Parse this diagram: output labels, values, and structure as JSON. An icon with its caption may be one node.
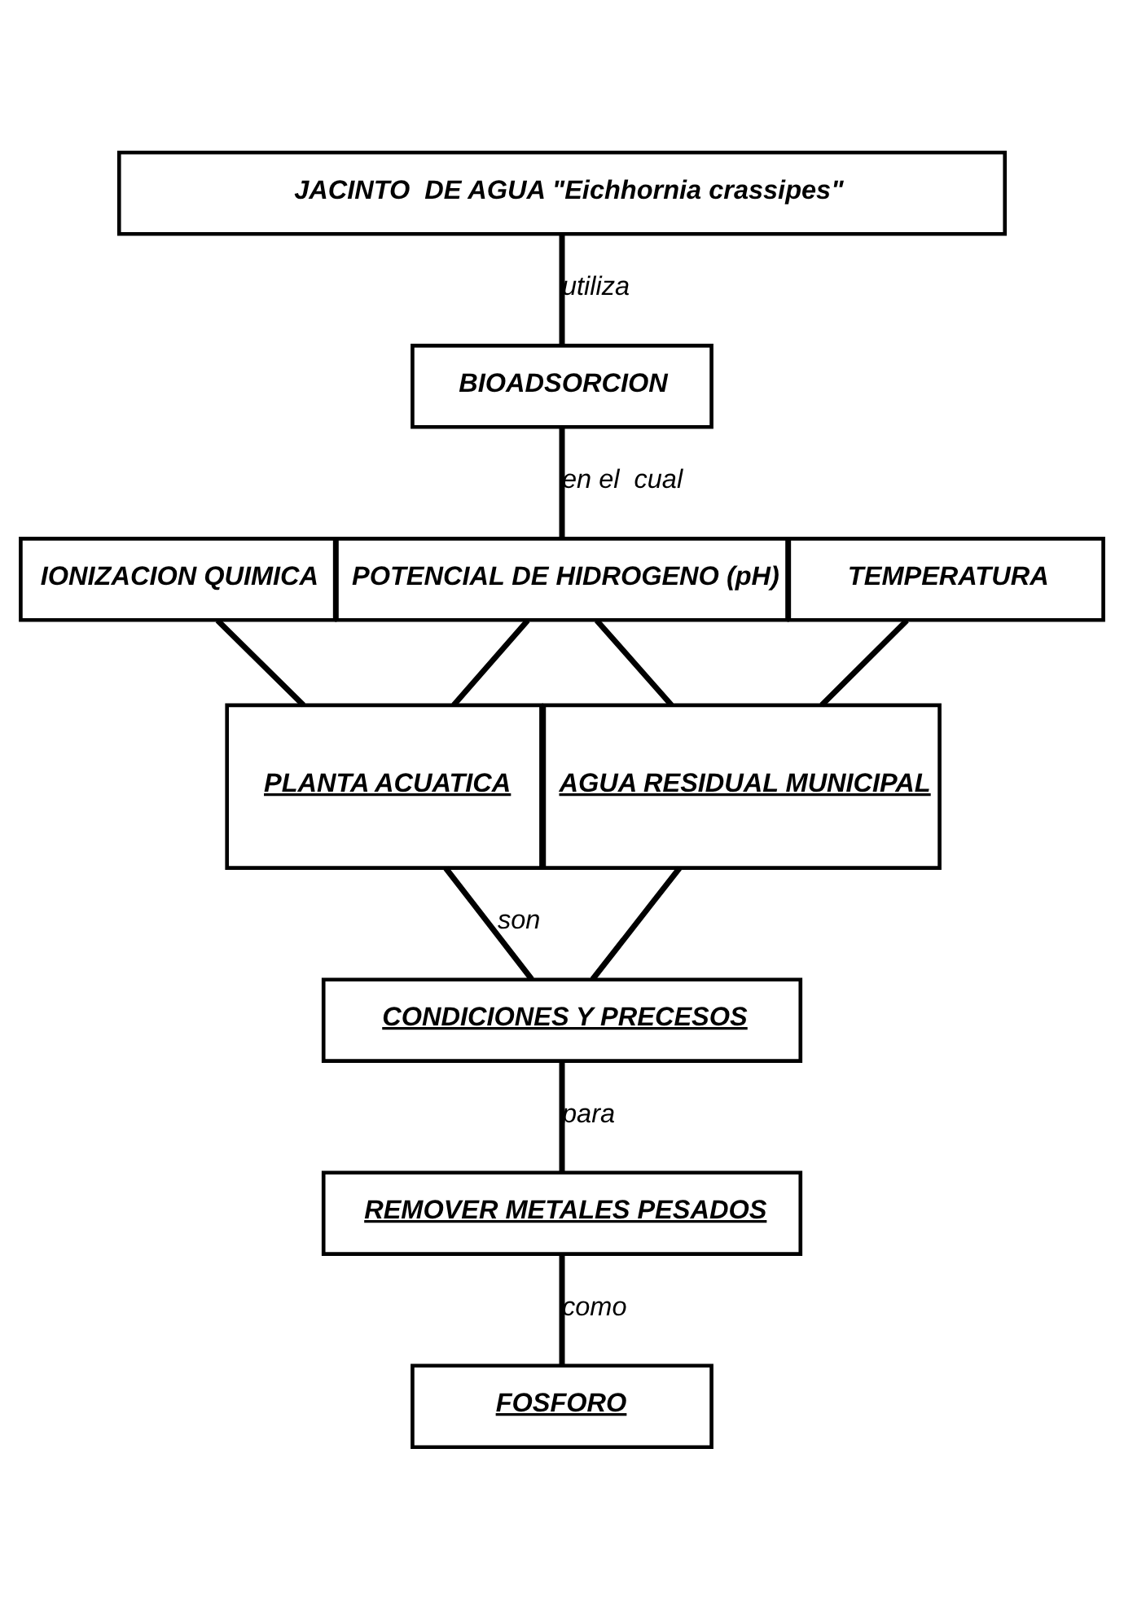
{
  "diagram": {
    "nodes": [
      {
        "text": [
          "JACINTO  DE AGUA \"Eichhornia crassipes\""
        ]
      },
      {
        "text": [
          "BIOADSORCION"
        ]
      },
      {
        "text": [
          "IONIZACION QUIMICA"
        ]
      },
      {
        "text": [
          "POTENCIAL DE HIDROGENO (pH)"
        ]
      },
      {
        "text": [
          "TEMPERATURA"
        ]
      },
      {
        "text": [
          "PLANTA ACUATICA"
        ]
      },
      {
        "text": [
          "AGUA RESIDUAL MUNICIPAL"
        ]
      },
      {
        "text": [
          "CONDICIONES Y PRECESOS"
        ]
      },
      {
        "text": [
          "REMOVER METALES PESADOS"
        ]
      },
      {
        "text": [
          "FOSFORO"
        ]
      }
    ],
    "edges": [
      {
        "from": 0,
        "to": 1,
        "arrow": "none",
        "label": "utiliza"
      },
      {
        "from": 1,
        "to": 3,
        "arrow": "none",
        "label": "en el  cual"
      },
      {
        "from": 2,
        "to": 5,
        "arrow": "none"
      },
      {
        "from": 3,
        "to": 5,
        "arrow": "none"
      },
      {
        "from": 3,
        "to": 6,
        "arrow": "none"
      },
      {
        "from": 4,
        "to": 6,
        "arrow": "none"
      },
      {
        "from": 5,
        "to": 7,
        "arrow": "none",
        "label": "son"
      },
      {
        "from": 6,
        "to": 7,
        "arrow": "none"
      },
      {
        "from": 7,
        "to": 8,
        "arrow": "none",
        "label": "para"
      },
      {
        "from": 8,
        "to": 9,
        "arrow": "none",
        "label": "como"
      }
    ]
  }
}
